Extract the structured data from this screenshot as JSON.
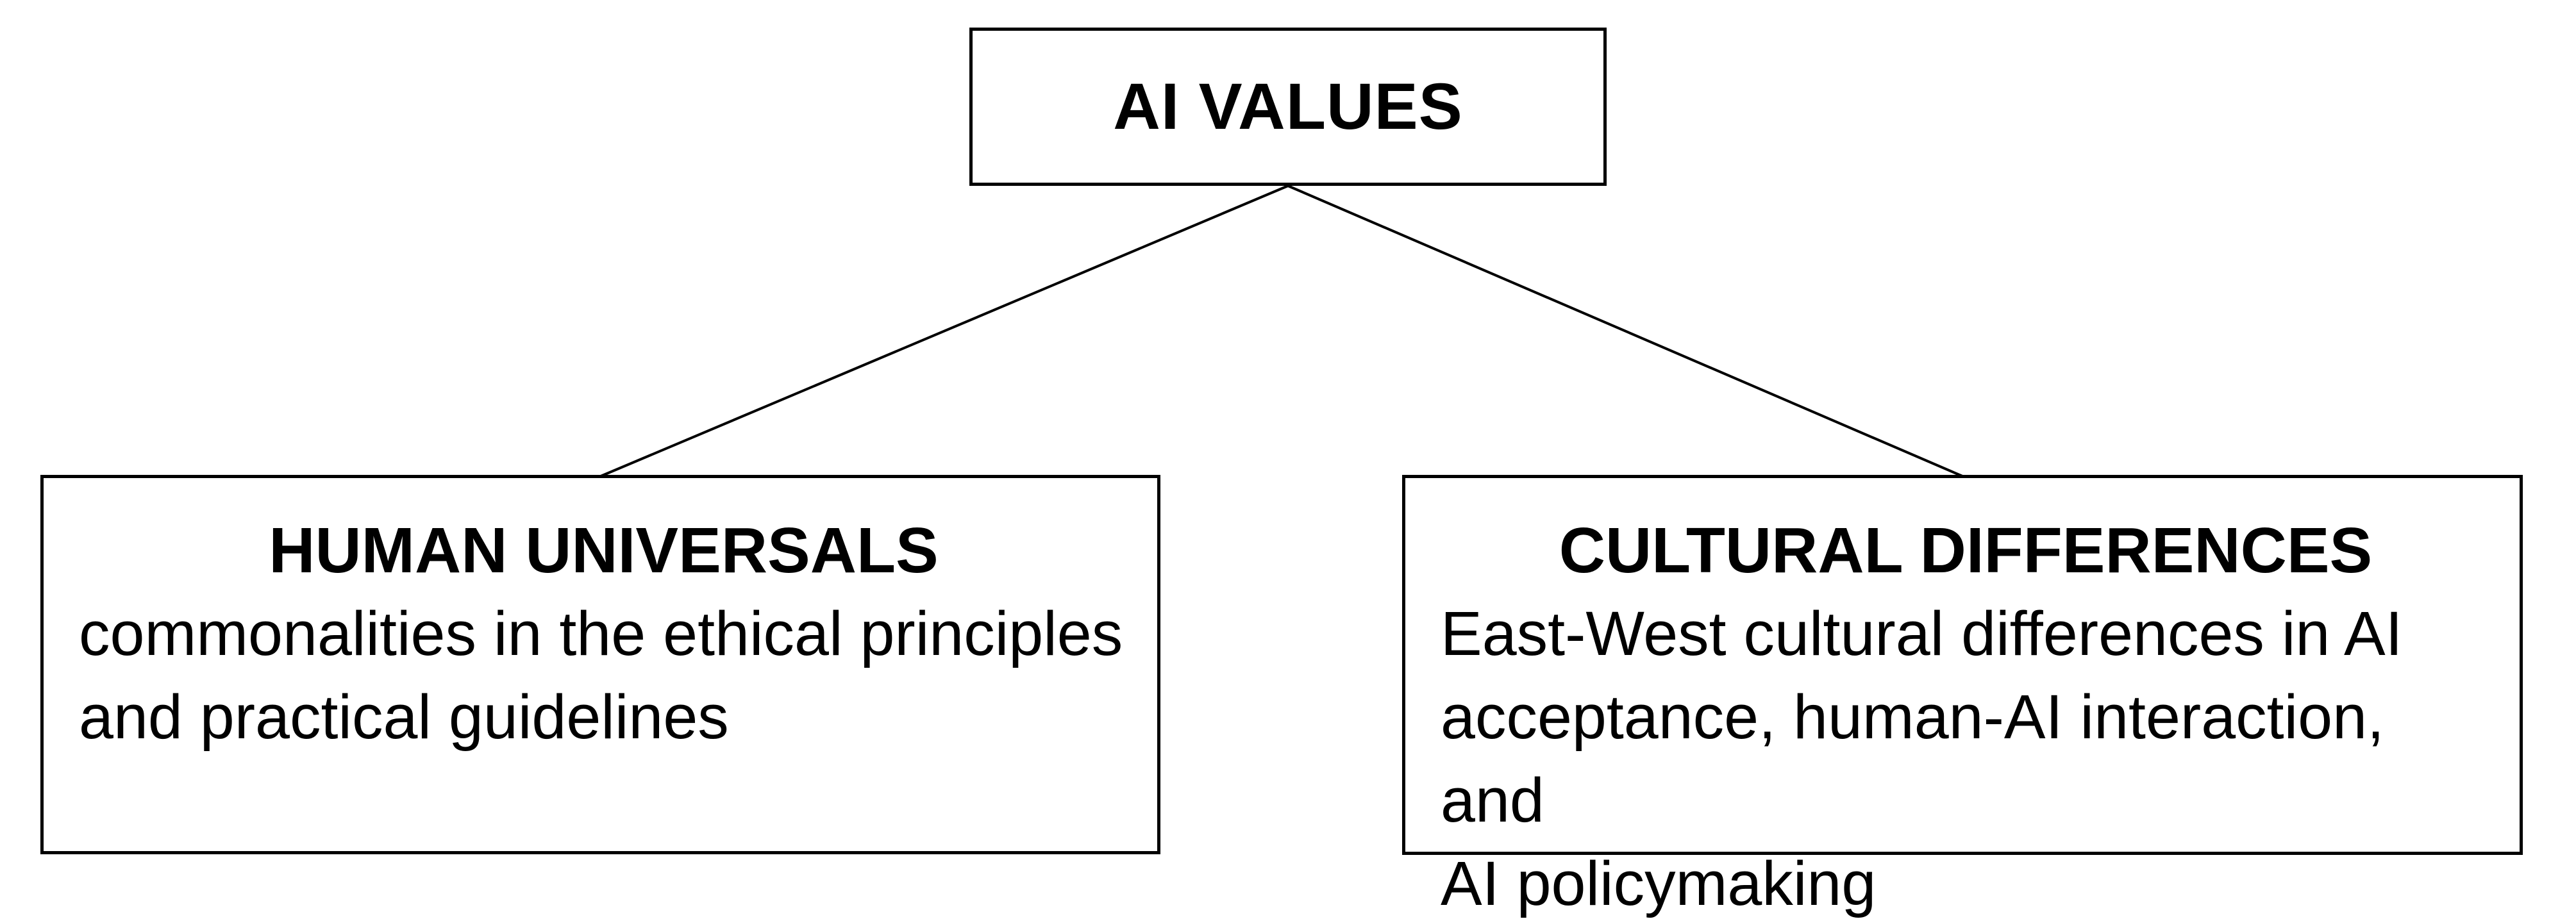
{
  "diagram": {
    "root": {
      "title": "AI VALUES"
    },
    "children": [
      {
        "title": "HUMAN UNIVERSALS",
        "description": "commonalities in the ethical principles\nand practical guidelines"
      },
      {
        "title": "CULTURAL DIFFERENCES",
        "description": "East-West cultural differences in AI\nacceptance, human-AI interaction, and\nAI policymaking"
      }
    ],
    "colors": {
      "background": "#ffffff",
      "border": "#000000",
      "text": "#000000",
      "connector": "#000000"
    }
  }
}
